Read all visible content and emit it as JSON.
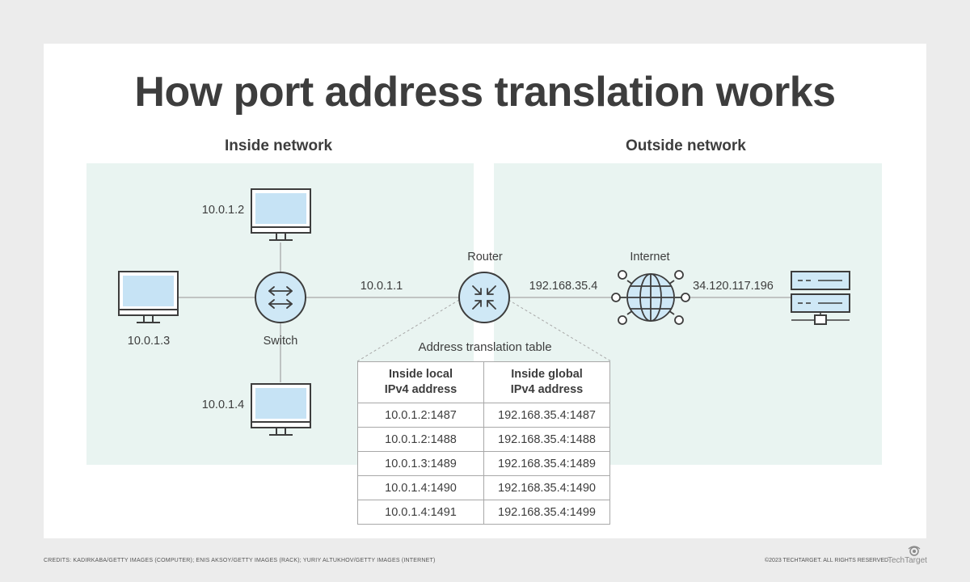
{
  "title": "How port address translation works",
  "sections": {
    "inside": "Inside network",
    "outside": "Outside network"
  },
  "devices": {
    "pc_top": "10.0.1.2",
    "pc_left": "10.0.1.3",
    "pc_bottom": "10.0.1.4",
    "switch": "Switch",
    "switch_link": "10.0.1.1",
    "router": "Router",
    "router_outside": "192.168.35.4",
    "internet": "Internet",
    "server": "34.120.117.196"
  },
  "table": {
    "caption": "Address translation table",
    "headers": [
      "Inside local IPv4 address",
      "Inside global IPv4 address"
    ],
    "header_lines": [
      [
        "Inside local",
        "IPv4 address"
      ],
      [
        "Inside global",
        "IPv4 address"
      ]
    ],
    "rows": [
      [
        "10.0.1.2:1487",
        "192.168.35.4:1487"
      ],
      [
        "10.0.1.2:1488",
        "192.168.35.4:1488"
      ],
      [
        "10.0.1.3:1489",
        "192.168.35.4:1489"
      ],
      [
        "10.0.1.4:1490",
        "192.168.35.4:1490"
      ],
      [
        "10.0.1.4:1491",
        "192.168.35.4:1499"
      ]
    ]
  },
  "credits": "CREDITS: KADIRKABA/GETTY IMAGES (COMPUTER); ENIS AKSOY/GETTY IMAGES (RACK); YURIY ALTUKHOV/GETTY IMAGES (INTERNET)",
  "copyright": "©2023 TECHTARGET. ALL RIGHTS RESERVED",
  "brand": "TechTarget",
  "colors": {
    "zone": "#e9f4f1",
    "device_fill": "#cfe8f6",
    "screen_fill": "#c6e3f5",
    "stroke": "#3d3d3d",
    "line": "#a8a8a8"
  }
}
